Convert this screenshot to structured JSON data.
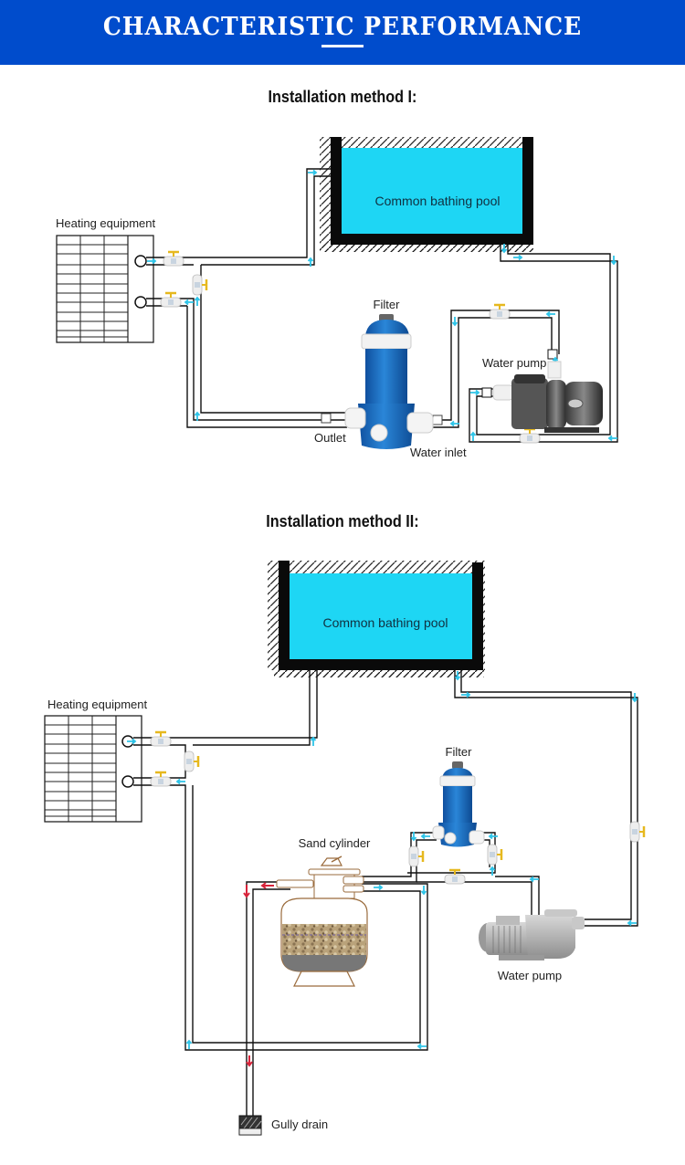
{
  "banner": {
    "title": "CHARACTERISTIC PERFORMANCE"
  },
  "colors": {
    "banner": "#004ccc",
    "pool_water": "#1ed6f4",
    "flow_arrow": "#2ec4e8",
    "drain_arrow": "#d8233a",
    "valve_handle": "#e6b81e",
    "filter_blue": "#1f74c8"
  },
  "method1": {
    "title": "Installation method I:",
    "labels": {
      "heating": "Heating equipment",
      "pool": "Common bathing pool",
      "filter": "Filter",
      "pump": "Water pump",
      "outlet": "Outlet",
      "inlet": "Water inlet"
    }
  },
  "method2": {
    "title": "Installation method II:",
    "labels": {
      "heating": "Heating equipment",
      "pool": "Common bathing pool",
      "filter": "Filter",
      "sand": "Sand cylinder",
      "pump": "Water pump",
      "drain": "Gully drain"
    }
  }
}
